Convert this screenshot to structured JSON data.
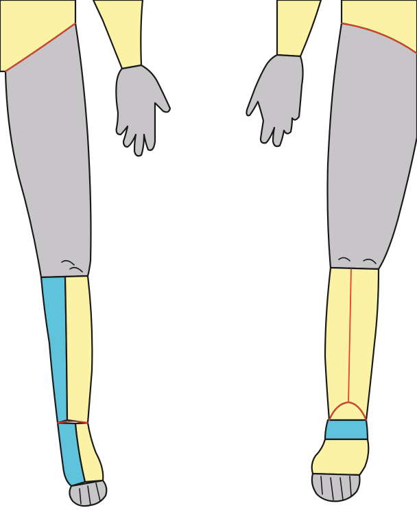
{
  "colors": {
    "background": "#ffffff",
    "skin_yellow": "#fbf2a5",
    "region_gray": "#c8c5c9",
    "region_blue": "#5fc3dc",
    "boundary_red": "#e8412a",
    "outline": "#1a1a1a"
  },
  "views": [
    "left-leg-view",
    "right-leg-view"
  ],
  "regions": [
    "thigh",
    "lower-leg",
    "ankle",
    "foot",
    "hand"
  ]
}
